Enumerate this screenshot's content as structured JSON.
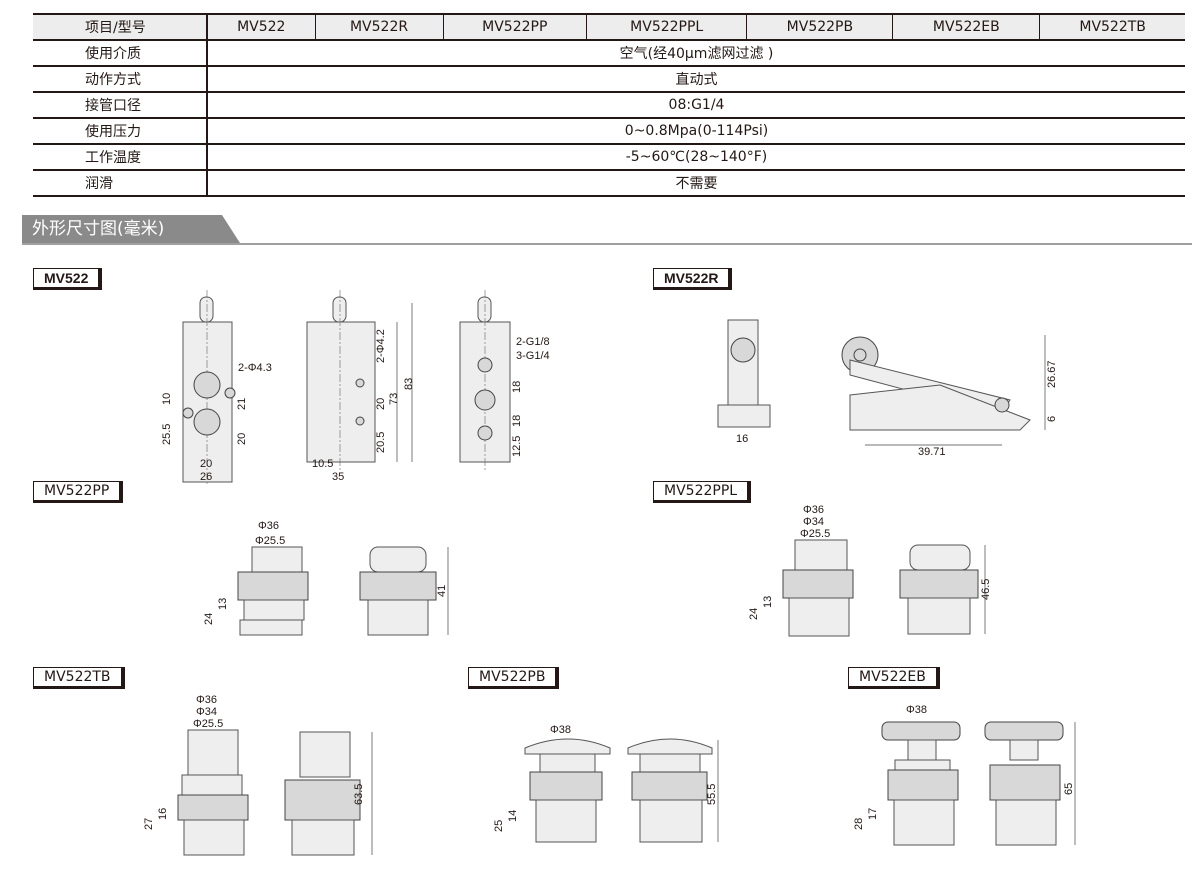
{
  "table": {
    "header": [
      "项目/型号",
      "MV522",
      "MV522R",
      "MV522PP",
      "MV522PPL",
      "MV522PB",
      "MV522EB",
      "MV522TB"
    ],
    "rows": [
      {
        "label": "使用介质",
        "value": "空气(经40μm滤网过滤 )"
      },
      {
        "label": "动作方式",
        "value": "直动式"
      },
      {
        "label": "接管口径",
        "value": "08:G1/4"
      },
      {
        "label": "使用压力",
        "value": "0~0.8Mpa(0-114Psi)"
      },
      {
        "label": "工作温度",
        "value": "-5~60℃(28~140°F)"
      },
      {
        "label": "润滑",
        "value": "不需要"
      }
    ]
  },
  "section_title": "外形尺寸图(毫米)",
  "drawings": {
    "mv522": {
      "tag": "MV522",
      "dims": [
        "2-Φ4.3",
        "10",
        "25.5",
        "21",
        "20",
        "20",
        "26",
        "2-Φ4.2",
        "83",
        "73",
        "20",
        "20.5",
        "10.5",
        "35",
        "2-G1/8",
        "3-G1/4",
        "18",
        "18",
        "12.5"
      ]
    },
    "mv522r": {
      "tag": "MV522R",
      "dims": [
        "16",
        "26.67",
        "6",
        "39.71"
      ]
    },
    "mv522pp": {
      "tag": "MV522PP",
      "dims": [
        "Φ36",
        "Φ25.5",
        "24",
        "13",
        "41"
      ]
    },
    "mv522ppl": {
      "tag": "MV522PPL",
      "dims": [
        "Φ36",
        "Φ34",
        "Φ25.5",
        "24",
        "13",
        "46.5"
      ]
    },
    "mv522tb": {
      "tag": "MV522TB",
      "dims": [
        "Φ36",
        "Φ34",
        "Φ25.5",
        "27",
        "16",
        "63.5"
      ]
    },
    "mv522pb": {
      "tag": "MV522PB",
      "dims": [
        "Φ38",
        "25",
        "14",
        "55.5"
      ]
    },
    "mv522eb": {
      "tag": "MV522EB",
      "dims": [
        "Φ38",
        "28",
        "17",
        "65"
      ]
    }
  }
}
